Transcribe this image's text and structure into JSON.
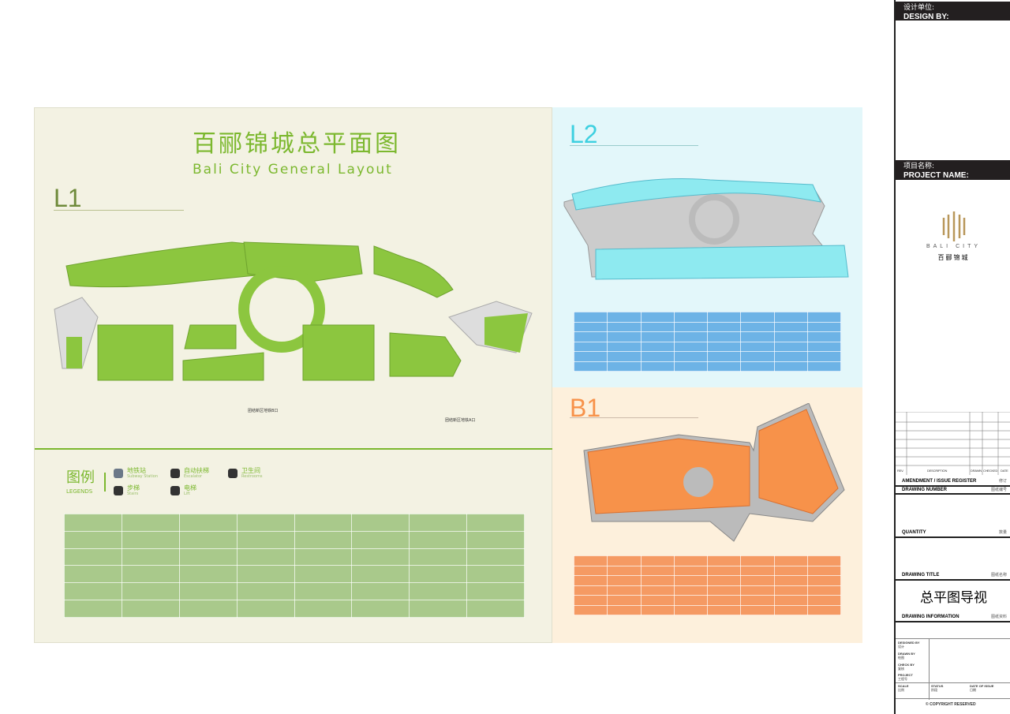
{
  "l1_panel": {
    "title_cn": "百郦锦城总平面图",
    "title_en": "Bali City General Layout",
    "floor": "L1",
    "entrances": [
      "团结新区地铁B口",
      "团结新区地铁A口"
    ],
    "legend": {
      "title_cn": "图例",
      "title_en": "LEGENDS",
      "items": [
        {
          "cn": "地铁站",
          "en": "Subway Station",
          "icon": "subway-icon"
        },
        {
          "cn": "自动扶梯",
          "en": "Escalator",
          "icon": "escalator-icon"
        },
        {
          "cn": "卫生间",
          "en": "Restrooms",
          "icon": "restroom-icon"
        },
        {
          "cn": "步梯",
          "en": "Stairs",
          "icon": "stairs-icon"
        },
        {
          "cn": "电梯",
          "en": "Lift",
          "icon": "lift-icon"
        }
      ]
    },
    "color": "#8cc63f"
  },
  "l2_panel": {
    "floor": "L2",
    "color": "#3ed0e0"
  },
  "b1_panel": {
    "floor": "B1",
    "color": "#f7924a"
  },
  "title_block": {
    "design_by_cn": "设计单位:",
    "design_by_en": "DESIGN BY:",
    "project_name_cn": "项目名称:",
    "project_name_en": "PROJECT NAME:",
    "logo_en": "BALI CITY",
    "logo_cn": "百郦锦城",
    "columns": [
      "REV.",
      "DESCRIPTION",
      "DRAWN",
      "CHECKED",
      "DATE"
    ],
    "amendment": "AMENDMENT / ISSUE REGISTER",
    "amendment_cn": "修订",
    "drawing_number": "DRAWING NUMBER",
    "drawing_number_cn": "图纸编号",
    "quantity": "QUANTITY",
    "quantity_cn": "数量",
    "drawing_title": "DRAWING TITLE",
    "drawing_title_cn": "图纸名称",
    "drawing_title_value": "总平图导视",
    "drawing_information": "DRAWING INFORMATION",
    "drawing_information_cn": "图纸资料",
    "fields": [
      {
        "en": "DESIGNED BY",
        "cn": "设计"
      },
      {
        "en": "DRAWN BY",
        "cn": "绘图"
      },
      {
        "en": "CHECK BY",
        "cn": "复核"
      },
      {
        "en": "PROJECT",
        "cn": "工程号"
      }
    ],
    "bottom_fields": [
      {
        "en": "SCALE",
        "cn": "比例"
      },
      {
        "en": "STATUS",
        "cn": "阶段"
      },
      {
        "en": "DATE OF ISSUE",
        "cn": "日期"
      }
    ],
    "copyright": "COPYRIGHT RESERVED"
  }
}
